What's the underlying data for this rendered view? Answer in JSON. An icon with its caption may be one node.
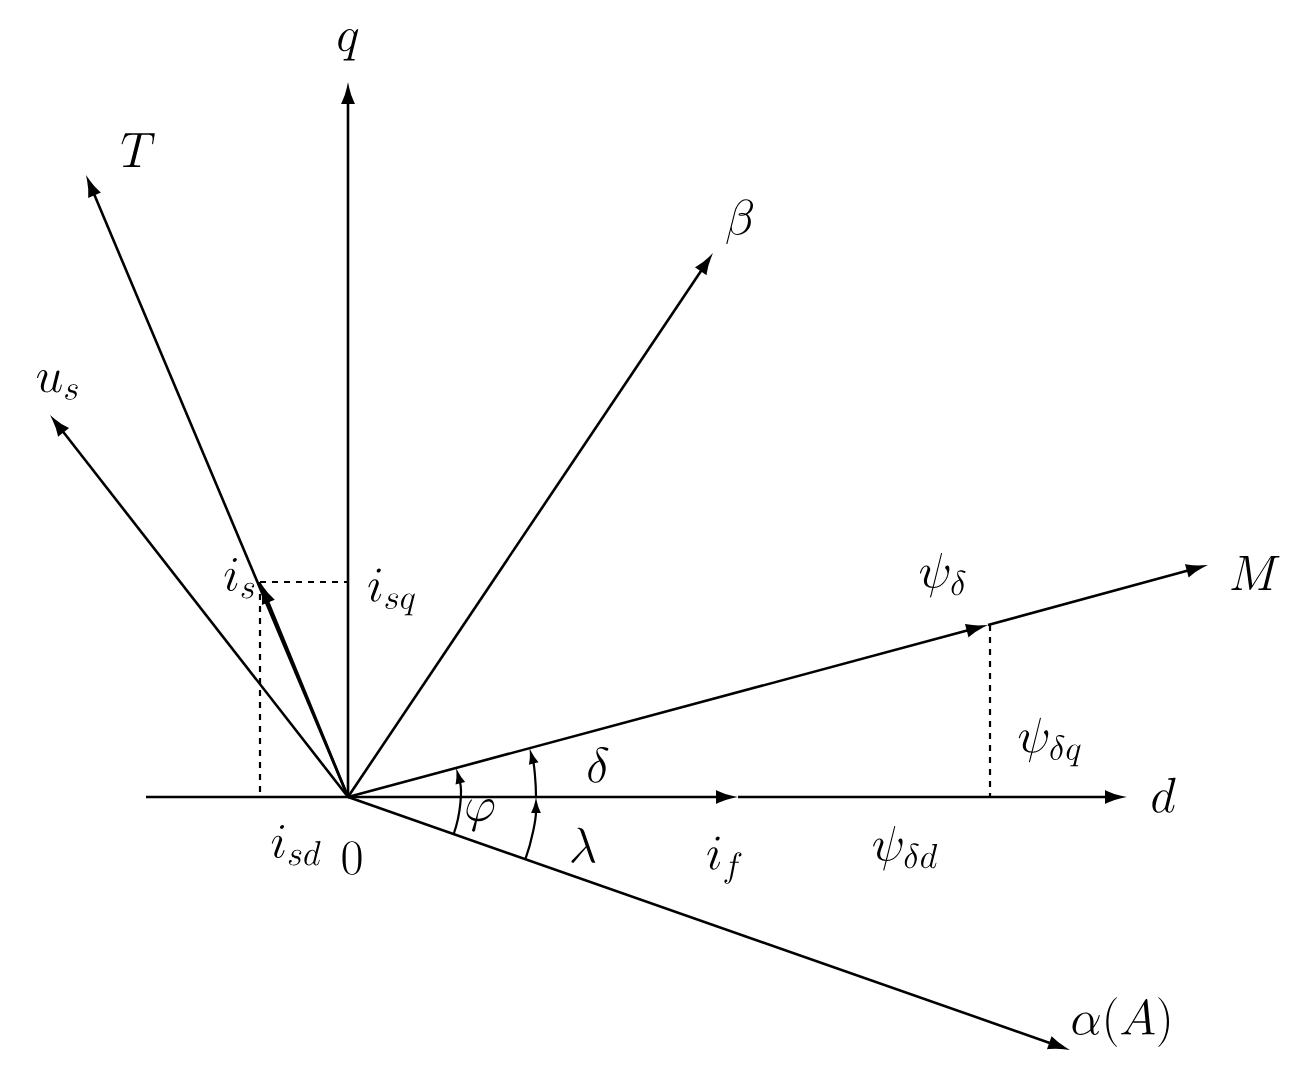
{
  "diagram": {
    "labels": [
      "q",
      "T",
      "\\beta",
      "u_s",
      "i_s",
      "i_{sq}",
      "\\psi_\\delta",
      "M",
      "\\psi_{\\delta q}",
      "\\delta",
      "d",
      "\\varphi",
      "i_{sd}",
      "0",
      "\\lambda",
      "i_f",
      "\\psi_{\\delta d}",
      "\\alpha(A)"
    ]
  }
}
